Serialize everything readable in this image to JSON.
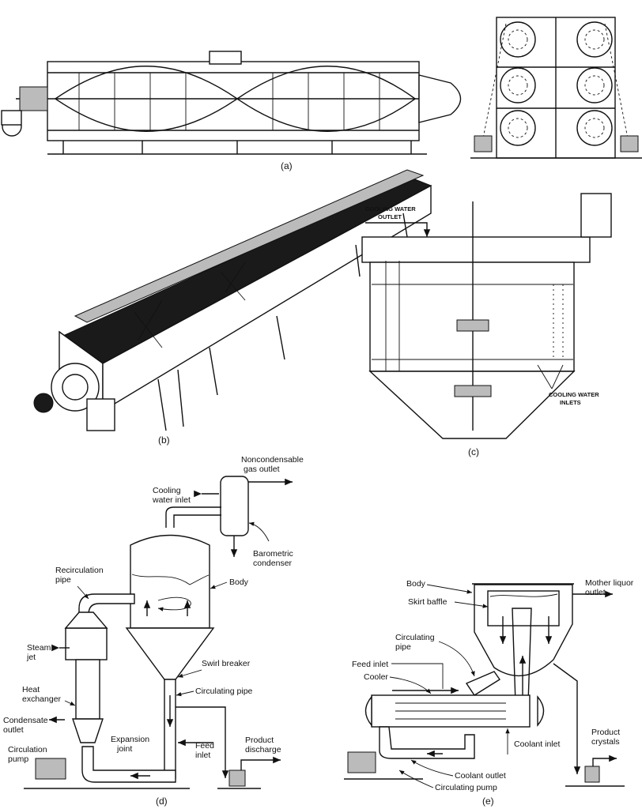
{
  "figure": {
    "panels": {
      "a": {
        "caption": "(a)"
      },
      "b": {
        "caption": "(b)"
      },
      "c": {
        "caption": "(c)",
        "labels": {
          "cooling_water_outlet_1": "COOLING WATER",
          "cooling_water_outlet_2": "OUTLET",
          "cooling_water_inlets_1": "COOLING WATER",
          "cooling_water_inlets_2": "INLETS"
        }
      },
      "d": {
        "caption": "(d)",
        "labels": {
          "noncondensable_1": "Noncondensable",
          "noncondensable_2": "gas outlet",
          "cooling_water_inlet_1": "Cooling",
          "cooling_water_inlet_2": "water inlet",
          "barometric_1": "Barometric",
          "barometric_2": "condenser",
          "recirculation_1": "Recirculation",
          "recirculation_2": "pipe",
          "body": "Body",
          "steam_jet_1": "Steam",
          "steam_jet_2": "jet",
          "swirl_breaker": "Swirl breaker",
          "heat_exchanger_1": "Heat",
          "heat_exchanger_2": "exchanger",
          "circulating_pipe": "Circulating pipe",
          "condensate_1": "Condensate",
          "condensate_2": "outlet",
          "expansion_1": "Expansion",
          "expansion_2": "joint",
          "circulation_pump_1": "Circulation",
          "circulation_pump_2": "pump",
          "feed_inlet_1": "Feed",
          "feed_inlet_2": "inlet",
          "product_discharge_1": "Product",
          "product_discharge_2": "discharge"
        }
      },
      "e": {
        "caption": "(e)",
        "labels": {
          "body": "Body",
          "mother_liquor_1": "Mother liquor",
          "mother_liquor_2": "outlet",
          "skirt_baffle": "Skirt baffle",
          "circulating_pipe_1": "Circulating",
          "circulating_pipe_2": "pipe",
          "feed_inlet": "Feed inlet",
          "cooler": "Cooler",
          "coolant_inlet": "Coolant inlet",
          "product_crystals_1": "Product",
          "product_crystals_2": "crystals",
          "coolant_outlet": "Coolant outlet",
          "circulating_pump": "Circulating pump"
        }
      }
    }
  }
}
